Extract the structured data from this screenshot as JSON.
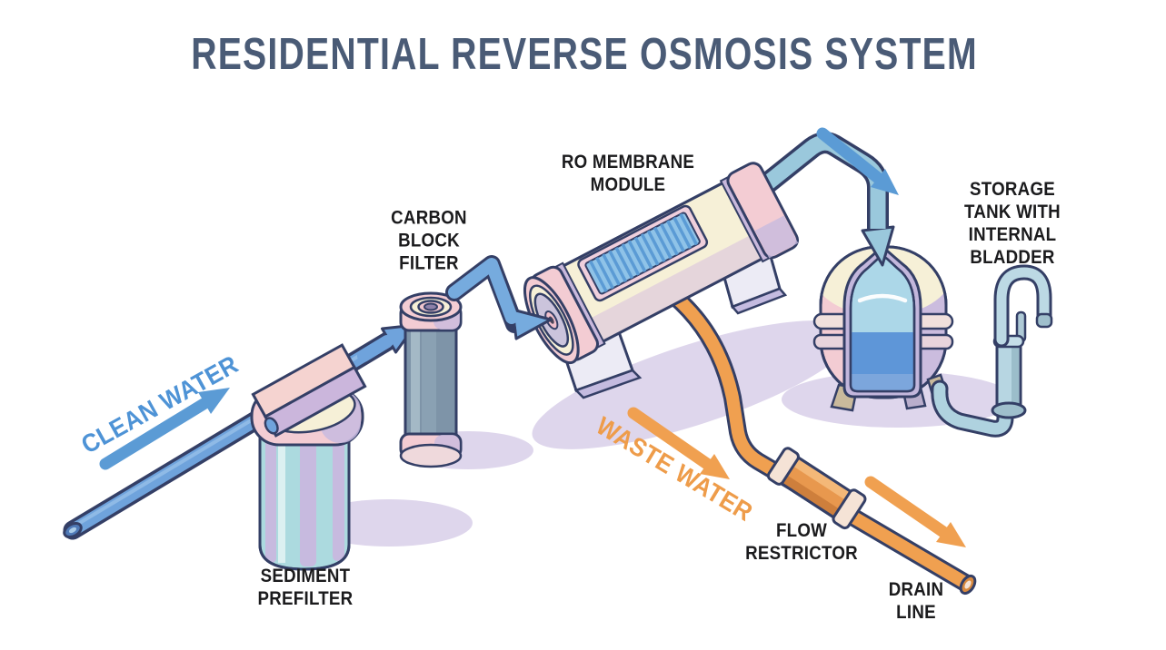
{
  "title": "RESIDENTIAL REVERSE OSMOSIS SYSTEM",
  "labels": {
    "clean_water": "CLEAN WATER",
    "waste_water": "WASTE WATER",
    "sediment_prefilter": "SEDIMENT\nPREFILTER",
    "carbon_block_filter": "CARBON\nBLOCK\nFILTER",
    "ro_membrane_module": "RO MEMBRANE\nMODULE",
    "storage_tank": "STORAGE TANK WITH\nINTERNAL BLADDER",
    "flow_restrictor": "FLOW\nRESTRICTOR",
    "drain_line": "DRAIN\nLINE"
  },
  "colors": {
    "background": "#FFFFFF",
    "title_text": "#4A5B76",
    "label_text": "#1B1B1D",
    "clean_water_text": "#4E93D6",
    "waste_water_text": "#EE9C4A",
    "outline": "#343F66",
    "pipe_blue": "#6FA3DC",
    "arrow_blue": "#5B9BD5",
    "permeate_blue": "#9AC8DC",
    "pipe_orange": "#F0A050",
    "pink": "#F3CCD3",
    "cream": "#F6F0D7",
    "lavender": "#C7BADF",
    "teal_housing": "#ACDADF",
    "carbon_slate": "#7E94A8",
    "membrane_blue": "#8FC3E8",
    "membrane_stripe": "#5B9BD5",
    "tank_water_light": "#ACD7E8",
    "tank_water_deep": "#5E96D8",
    "shadow": "#D9CFE9"
  }
}
